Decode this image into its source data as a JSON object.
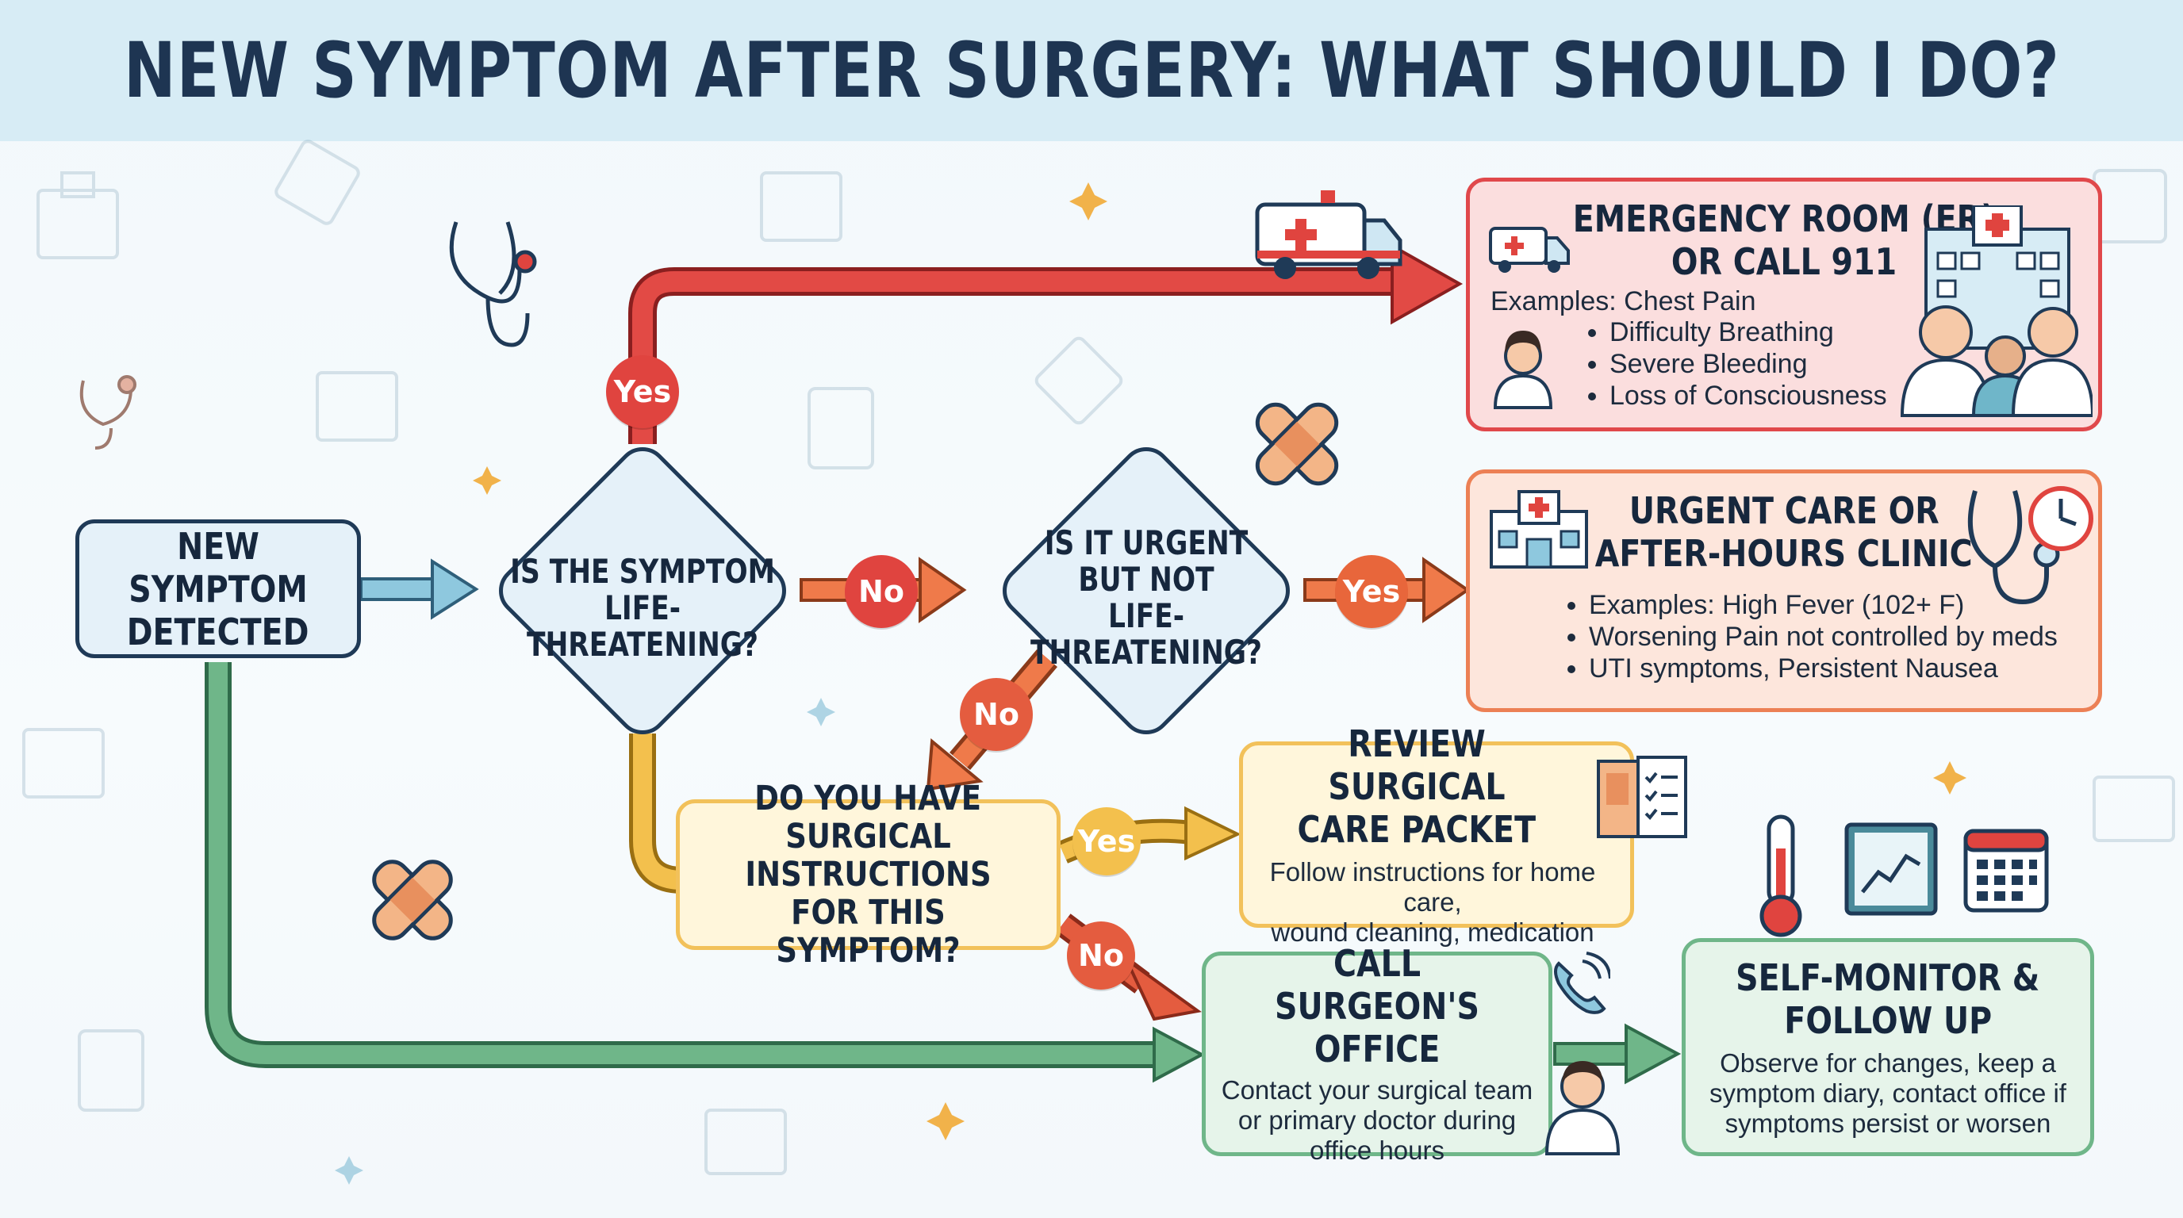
{
  "title": "NEW SYMPTOM AFTER SURGERY: WHAT SHOULD I DO?",
  "colors": {
    "red": "#e0443f",
    "orange": "#e8663b",
    "yellow": "#f3c04d",
    "green": "#6fb689",
    "blue": "#1f3a57"
  },
  "start": {
    "title_line1": "NEW SYMPTOM",
    "title_line2": "DETECTED"
  },
  "q1": {
    "line1": "IS THE SYMPTOM",
    "line2": "LIFE-THREATENING?"
  },
  "q2": {
    "line1": "IS IT URGENT",
    "line2": "BUT NOT",
    "line3": "LIFE-THREATENING?"
  },
  "q3": {
    "line1": "DO YOU HAVE",
    "line2": "SURGICAL INSTRUCTIONS",
    "line3": "FOR THIS SYMPTOM?"
  },
  "labels": {
    "yes": "Yes",
    "no": "No"
  },
  "er": {
    "title_line1": "EMERGENCY ROOM (ER)",
    "title_line2": "OR CALL 911",
    "examples_lead": "Examples: Chest Pain",
    "items": [
      "Difficulty Breathing",
      "Severe Bleeding",
      "Loss of Consciousness"
    ]
  },
  "urgent": {
    "title_line1": "URGENT CARE OR",
    "title_line2": "AFTER-HOURS CLINIC",
    "items": [
      "Examples: High Fever (102+ F)",
      "Worsening Pain not controlled by meds",
      "UTI symptoms, Persistent Nausea"
    ]
  },
  "review": {
    "title_line1": "REVIEW SURGICAL",
    "title_line2": "CARE PACKET",
    "desc_line1": "Follow instructions for home care,",
    "desc_line2": "wound cleaning, medication"
  },
  "call": {
    "title_line1": "CALL SURGEON'S",
    "title_line2": "OFFICE",
    "desc_line1": "Contact your surgical team",
    "desc_line2": "or primary doctor during",
    "desc_line3": "office hours"
  },
  "monitor": {
    "title_line1": "SELF-MONITOR &",
    "title_line2": "FOLLOW UP",
    "desc_line1": "Observe for changes, keep a",
    "desc_line2": "symptom diary, contact office if",
    "desc_line3": "symptoms persist or worsen"
  },
  "icons": [
    "ambulance-icon",
    "hospital-icon",
    "doctor-icon",
    "medical-team-icon",
    "clinic-icon",
    "stethoscope-icon",
    "clock-icon",
    "checklist-book-icon",
    "thermometer-icon",
    "chart-monitor-icon",
    "calendar-icon",
    "phone-icon",
    "bandage-icon"
  ]
}
